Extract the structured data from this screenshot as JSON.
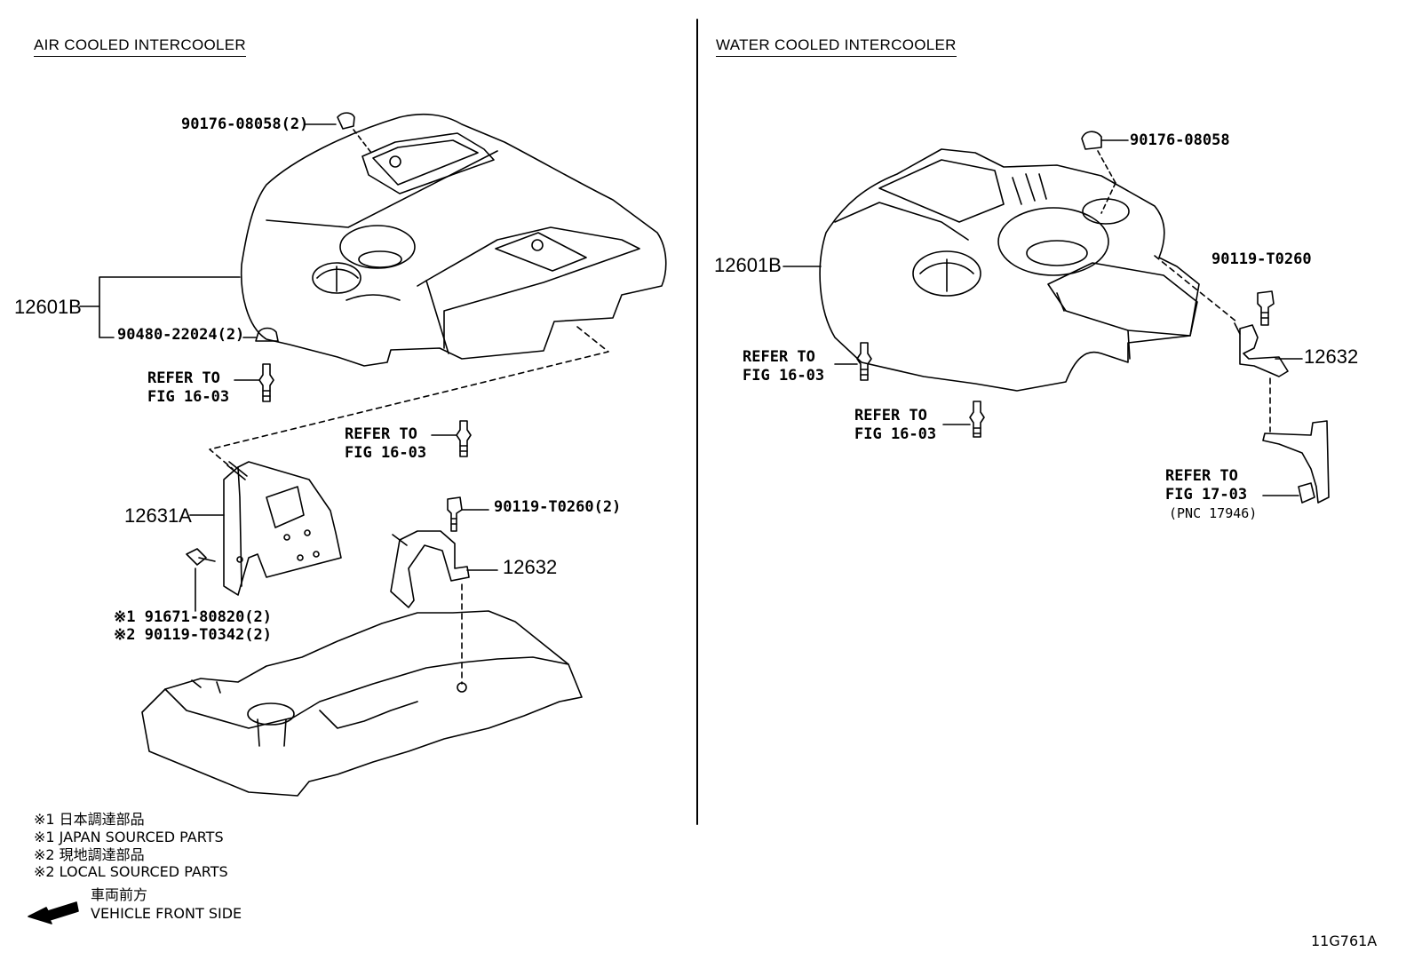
{
  "left": {
    "title": "AIR COOLED INTERCOOLER",
    "labels": {
      "p_90176": "90176-08058(2)",
      "p_12601b": "12601B",
      "p_90480": "90480-22024(2)",
      "refer_a": [
        "REFER TO",
        "FIG 16-03"
      ],
      "refer_b": [
        "REFER TO",
        "FIG 16-03"
      ],
      "p_12631a": "12631A",
      "p_90119_t0260": "90119-T0260(2)",
      "p_12632": "12632",
      "p_91671": "※1 91671-80820(2)",
      "p_90119_t0342": "※2 90119-T0342(2)"
    }
  },
  "right": {
    "title": "WATER COOLED INTERCOOLER",
    "labels": {
      "p_90176": "90176-08058",
      "p_12601b": "12601B",
      "p_90119": "90119-T0260",
      "p_12632": "12632",
      "refer_a": [
        "REFER TO",
        "FIG 16-03"
      ],
      "refer_b": [
        "REFER TO",
        "FIG 16-03"
      ],
      "refer_c": [
        "REFER TO",
        "FIG 17-03"
      ],
      "pnc": "(PNC 17946)"
    }
  },
  "legend": {
    "l1": "※1  日本調達部品",
    "l2": "※1  JAPAN SOURCED PARTS",
    "l3": "※2  現地調達部品",
    "l4": "※2  LOCAL SOURCED PARTS",
    "dir_jp": "車両前方",
    "dir_en": "VEHICLE FRONT SIDE"
  },
  "figure_id": "11G761A"
}
